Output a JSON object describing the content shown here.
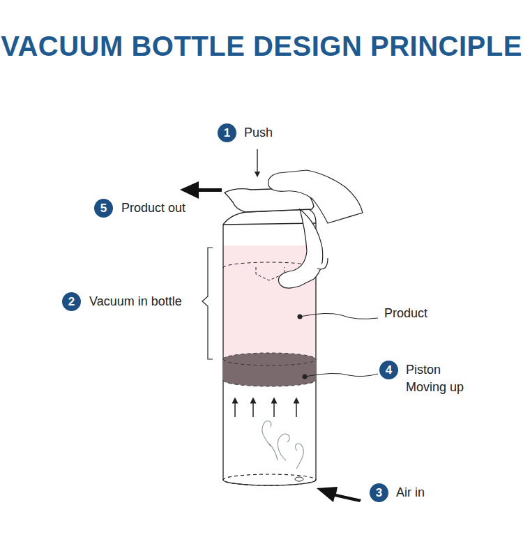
{
  "diagram": {
    "title": "VACUUM BOTTLE DESIGN PRINCIPLE",
    "nodes": [
      {
        "text": [
          "1"
        ]
      },
      {
        "text": [
          "5"
        ]
      },
      {
        "text": [
          "2"
        ]
      },
      {
        "text": [
          "4"
        ]
      },
      {
        "text": [
          "3"
        ]
      }
    ],
    "labels": [
      "Push",
      "Product out",
      "Vacuum in bottle",
      "Product",
      "Piston Moving up",
      "Air in"
    ]
  }
}
